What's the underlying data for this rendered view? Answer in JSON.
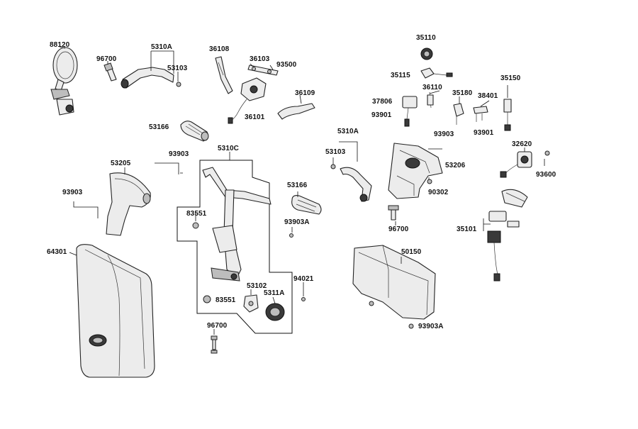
{
  "labels": {
    "p88120": "88120",
    "p96700_a": "96700",
    "p5310A_a": "5310A",
    "p53103_a": "53103",
    "p36108": "36108",
    "p36103": "36103",
    "p93500": "93500",
    "p36109": "36109",
    "p36101": "36101",
    "p53166_a": "53166",
    "p53205": "53205",
    "p93903_a": "93903",
    "p93903_b": "93903",
    "p5310C": "5310C",
    "p83551_a": "83551",
    "p53166_b": "53166",
    "p93903A_a": "93903A",
    "p64301": "64301",
    "p53102": "53102",
    "p5311A": "5311A",
    "p94021": "94021",
    "p83551_b": "83551",
    "p96700_b": "96700",
    "p35110": "35110",
    "p35115": "35115",
    "p35150": "35150",
    "p37806": "37806",
    "p36110": "36110",
    "p35180": "35180",
    "p38401": "38401",
    "p93901_a": "93901",
    "p93901_b": "93901",
    "p93903_c": "93903",
    "p5310A_b": "5310A",
    "p53103_b": "53103",
    "p53206": "53206",
    "p32620": "32620",
    "p93600": "93600",
    "p90302": "90302",
    "p96700_c": "96700",
    "p35101": "35101",
    "p50150": "50150",
    "p93903A_b": "93903A"
  }
}
